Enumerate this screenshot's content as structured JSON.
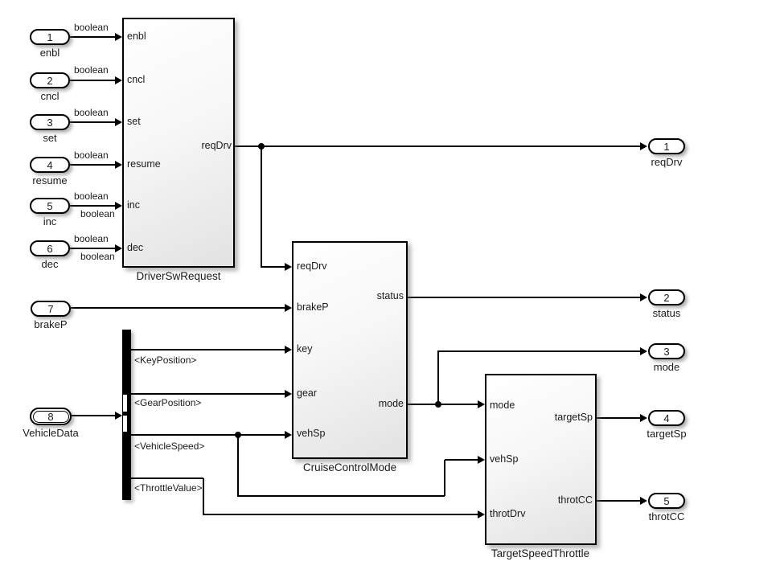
{
  "ports_in": [
    {
      "num": "1",
      "label": "enbl"
    },
    {
      "num": "2",
      "label": "cncl"
    },
    {
      "num": "3",
      "label": "set"
    },
    {
      "num": "4",
      "label": "resume"
    },
    {
      "num": "5",
      "label": "inc"
    },
    {
      "num": "6",
      "label": "dec"
    },
    {
      "num": "7",
      "label": "brakeP"
    },
    {
      "num": "8",
      "label": "VehicleData"
    }
  ],
  "ports_out": [
    {
      "num": "1",
      "label": "reqDrv"
    },
    {
      "num": "2",
      "label": "status"
    },
    {
      "num": "3",
      "label": "mode"
    },
    {
      "num": "4",
      "label": "targetSp"
    },
    {
      "num": "5",
      "label": "throtCC"
    }
  ],
  "blocks": {
    "driverSwRequest": {
      "name": "DriverSwRequest",
      "in": [
        "enbl",
        "cncl",
        "set",
        "resume",
        "inc",
        "dec"
      ],
      "out": [
        "reqDrv"
      ]
    },
    "cruiseControlMode": {
      "name": "CruiseControlMode",
      "in": [
        "reqDrv",
        "brakeP",
        "key",
        "gear",
        "vehSp"
      ],
      "out": [
        "status",
        "mode"
      ]
    },
    "targetSpeedThrottle": {
      "name": "TargetSpeedThrottle",
      "in": [
        "mode",
        "vehSp",
        "throtDrv"
      ],
      "out": [
        "targetSp",
        "throtCC"
      ]
    }
  },
  "signal_type_label": "boolean",
  "bus_signals": [
    "<KeyPosition>",
    "<GearPosition>",
    "<VehicleSpeed>",
    "<ThrottleValue>"
  ],
  "colors": {
    "background": "#ffffff",
    "line": "#000000",
    "block_border": "#000000",
    "block_fill_top": "#ffffff",
    "block_fill_bottom": "#e2e2e2",
    "text": "#1a1a1a"
  }
}
